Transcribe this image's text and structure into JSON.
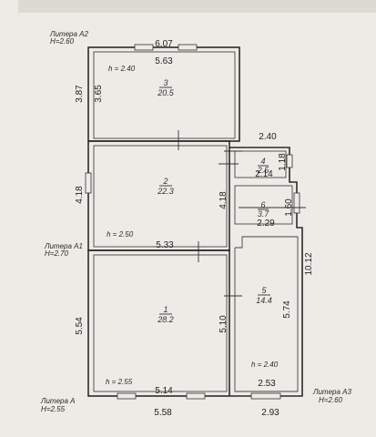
{
  "liters": {
    "a2": {
      "name": "Литера А2",
      "h": "H=2.60"
    },
    "a1": {
      "name": "Литера А1",
      "h": "H=2.70"
    },
    "a": {
      "name": "Литера А",
      "h": "H=2.55"
    },
    "a3": {
      "name": "Литера А3",
      "h": "H=2.60"
    }
  },
  "rooms": {
    "r3": {
      "number": "3",
      "area": "20.5",
      "height": "h = 2.40"
    },
    "r2": {
      "number": "2",
      "area": "22.3",
      "height": "h = 2.50"
    },
    "r1": {
      "number": "1",
      "area": "28.2",
      "height": "h = 2.55"
    },
    "r4": {
      "number": "4",
      "area": "2.5"
    },
    "r6": {
      "number": "6",
      "area": "3.7"
    },
    "r5": {
      "number": "5",
      "area": "14.4",
      "height": "h = 2.40"
    }
  },
  "dimensions": {
    "top_outer": "6.07",
    "top_inner": "5.63",
    "left_outer_a2": "3.87",
    "left_inner_a2": "3.65",
    "a3_top": "2.40",
    "r4_width": "2.14",
    "r4_height": "1.18",
    "left_r2": "4.18",
    "mid_r2": "4.18",
    "r6_height": "1.60",
    "r6_width": "2.29",
    "r2_bottom": "5.33",
    "right_total": "10.12",
    "left_r1": "5.54",
    "mid_r1": "5.10",
    "r5_height": "5.74",
    "r5_bottom": "2.53",
    "r1_bottom_inner": "5.14",
    "bottom_a": "5.58",
    "bottom_a3": "2.93"
  }
}
